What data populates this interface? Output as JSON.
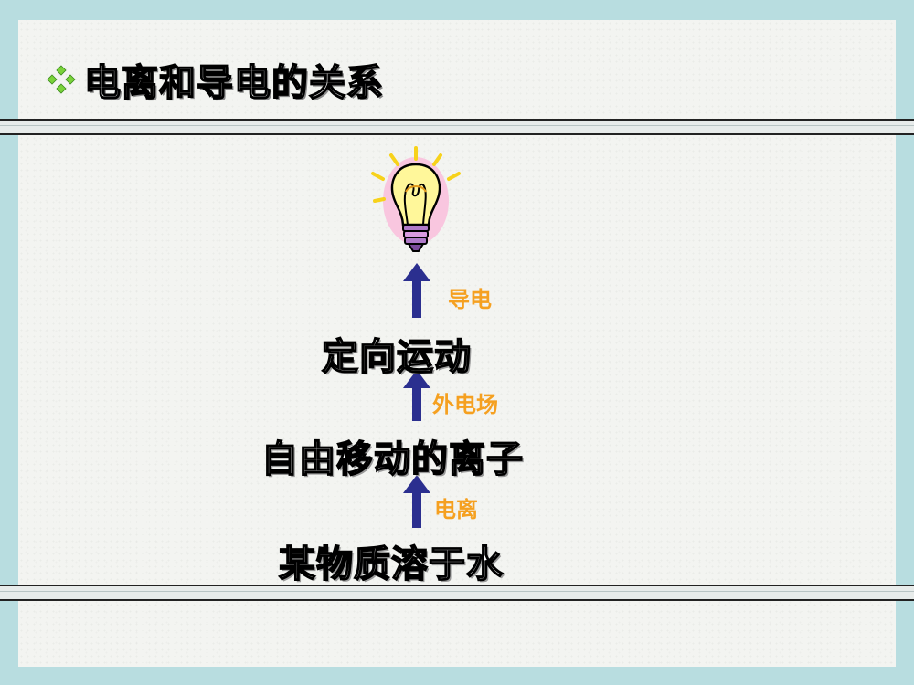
{
  "slide": {
    "title": "电离和导电的关系",
    "bullet_icon": "four-diamond-bullet-icon",
    "accent_green": "#7ad33a",
    "arrow_color": "#2b2f8f",
    "label_color": "#f5a020"
  },
  "diagram": {
    "nodes": [
      {
        "id": "top",
        "text": "定向运动"
      },
      {
        "id": "middle",
        "text": "自由移动的离子"
      },
      {
        "id": "bottom",
        "text": "某物质溶于水"
      }
    ],
    "edges": [
      {
        "from": "bottom",
        "to": "middle",
        "label": "电离"
      },
      {
        "from": "middle",
        "to": "top",
        "label": "外电场"
      },
      {
        "from": "top",
        "to": "bulb",
        "label": "导电"
      }
    ],
    "end_icon": "light-bulb-icon"
  }
}
